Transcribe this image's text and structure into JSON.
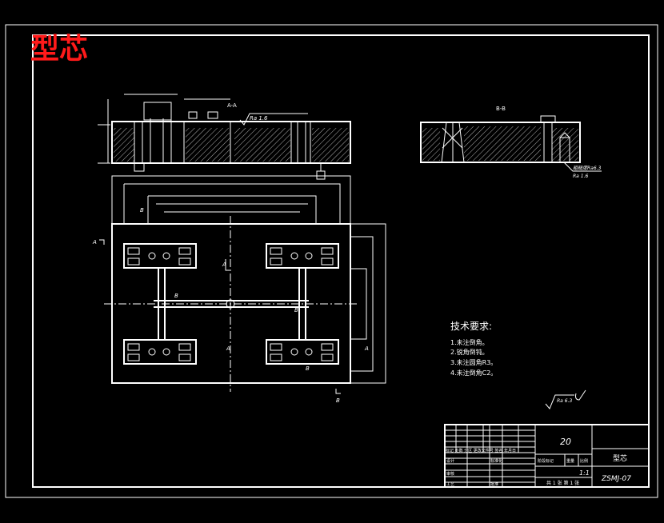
{
  "drawing": {
    "title": "型芯",
    "section_label_main": "A-A",
    "section_label_side": "B-B",
    "roughness_top": "Ra 1.6",
    "roughness_side": "Ra 1.6",
    "roughness_general": "Ra 6.3",
    "side_note": "粗糙度Ra6.3",
    "cut_markers": {
      "a_left": "A",
      "a_mid": "A",
      "a_bottom": "A",
      "a_right": "A",
      "b_top": "B",
      "b_mid": "B",
      "b_right1": "B",
      "b_right2": "B",
      "b_bottom": "B"
    }
  },
  "tech_requirements": {
    "heading": "技术要求:",
    "items": [
      "1.未注倒角。",
      "2.锐角倒钝。",
      "3.未注圆角R3。",
      "4.未注倒角C2。"
    ]
  },
  "title_block": {
    "quantity": "20",
    "part_name": "型芯",
    "scale": "1:1",
    "drawing_no": "ZSMJ-07",
    "header_row": "标记 处数 分区 更改文件号 签名 年月日",
    "design": "设计",
    "standardize": "标准化",
    "review": "审核",
    "process": "工艺",
    "approve": "批准",
    "stage_mark": "阶段标记",
    "weight": "重量",
    "ratio": "比例",
    "sheets": "共 1 张 第 1 张"
  }
}
